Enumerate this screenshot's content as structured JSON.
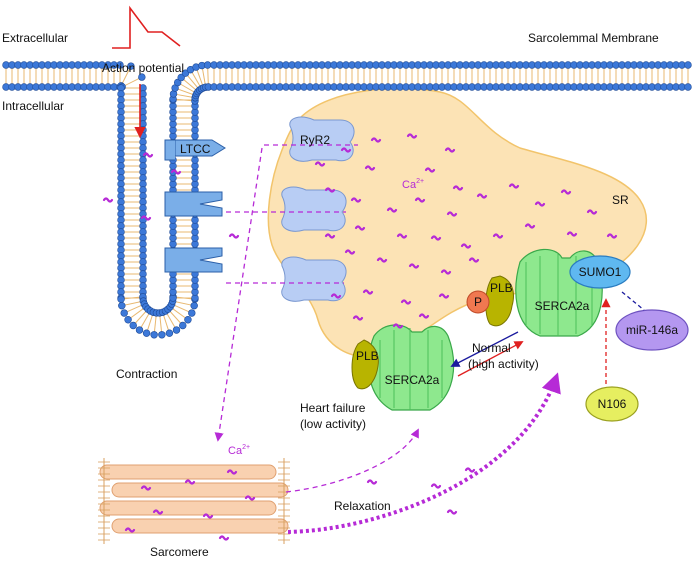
{
  "labels": {
    "extracellular": "Extracellular",
    "intracellular": "Intracellular",
    "action_potential": "Action potential",
    "sarcolemmal_membrane": "Sarcolemmal Membrane",
    "ltcc": "LTCC",
    "ryr2": "RyR2",
    "ca_sr_base": "Ca",
    "ca_sr_sup": "2+",
    "sr": "SR",
    "sumo1": "SUMO1",
    "plb_right": "PLB",
    "p": "P",
    "serca2a_right": "SERCA2a",
    "mir146a": "miR-146a",
    "plb_left": "PLB",
    "serca2a_left": "SERCA2a",
    "normal_line1": "Normal",
    "normal_line2": "(high activity)",
    "heart_failure_line1": "Heart failure",
    "heart_failure_line2": "(low activity)",
    "contraction": "Contraction",
    "ca_cyto_base": "Ca",
    "ca_cyto_sup": "2+",
    "n106": "N106",
    "relaxation": "Relaxation",
    "sarcomere": "Sarcomere"
  },
  "colors": {
    "membrane_head": "#3c78d8",
    "sr_fill": "#fce3b5",
    "sr_stroke": "#f2c46b",
    "ryr2_fill": "#b8cdf4",
    "ltcc_fill": "#7aaee8",
    "serca_fill": "#8ee88e",
    "plb_fill": "#b8b400",
    "p_fill": "#f07850",
    "sumo1_fill": "#5fb8f0",
    "mir_fill": "#b497f0",
    "n106_fill": "#e6ee60",
    "calcium": "#b62ad6",
    "red_arrow": "#e02020",
    "blue_arrow": "#1a1a9e",
    "sarcomere_fill": "#f9d1b0"
  }
}
